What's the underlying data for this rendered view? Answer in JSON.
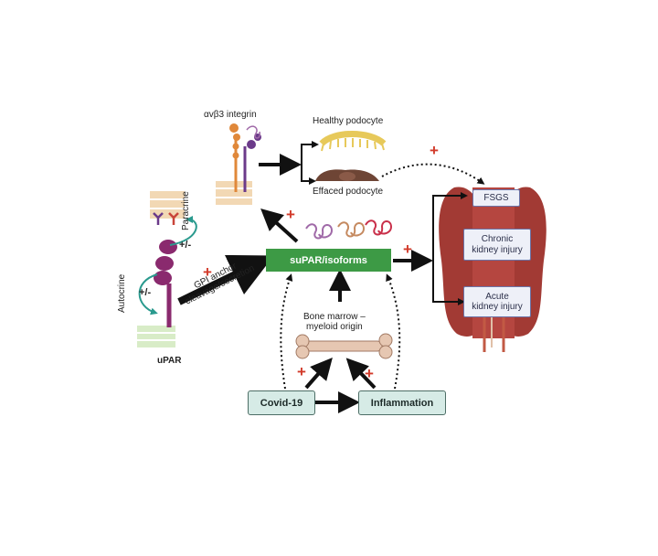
{
  "labels": {
    "integrin": "αvβ3 integrin",
    "healthy": "Healthy podocyte",
    "effaced": "Effaced podocyte",
    "paracrine": "Paracrine",
    "autocrine": "Autocrine",
    "plusminus_top": "+/-",
    "plusminus_left": "+/-",
    "gpi_line1": "GPI anchor",
    "gpi_line2": "cleavage/secretion",
    "upar": "uPAR",
    "supar": "suPAR/isoforms",
    "bone_line1": "Bone marrow –",
    "bone_line2": "myeloid origin",
    "covid": "Covid-19",
    "inflammation": "Inflammation",
    "fsgs": "FSGS",
    "ckd_line1": "Chronic",
    "ckd_line2": "kidney injury",
    "aki_line1": "Acute",
    "aki_line2": "kidney injury",
    "plus": "+"
  },
  "colors": {
    "supar_box": "#3d9a45",
    "pale_box": "#d6ebe6",
    "plus_sign": "#d23a2a",
    "kidney": "#a23a34",
    "membrane": "#f2d8b4",
    "upar_protein": "#8a2a6e",
    "integrin_orange": "#e0883a",
    "integrin_purple": "#6b3a8a",
    "bone": "#e6c7b2",
    "healthy_podocyte": "#e7c95a",
    "effaced_podocyte": "#6e4535",
    "teal_arrow": "#2a9a8e"
  }
}
